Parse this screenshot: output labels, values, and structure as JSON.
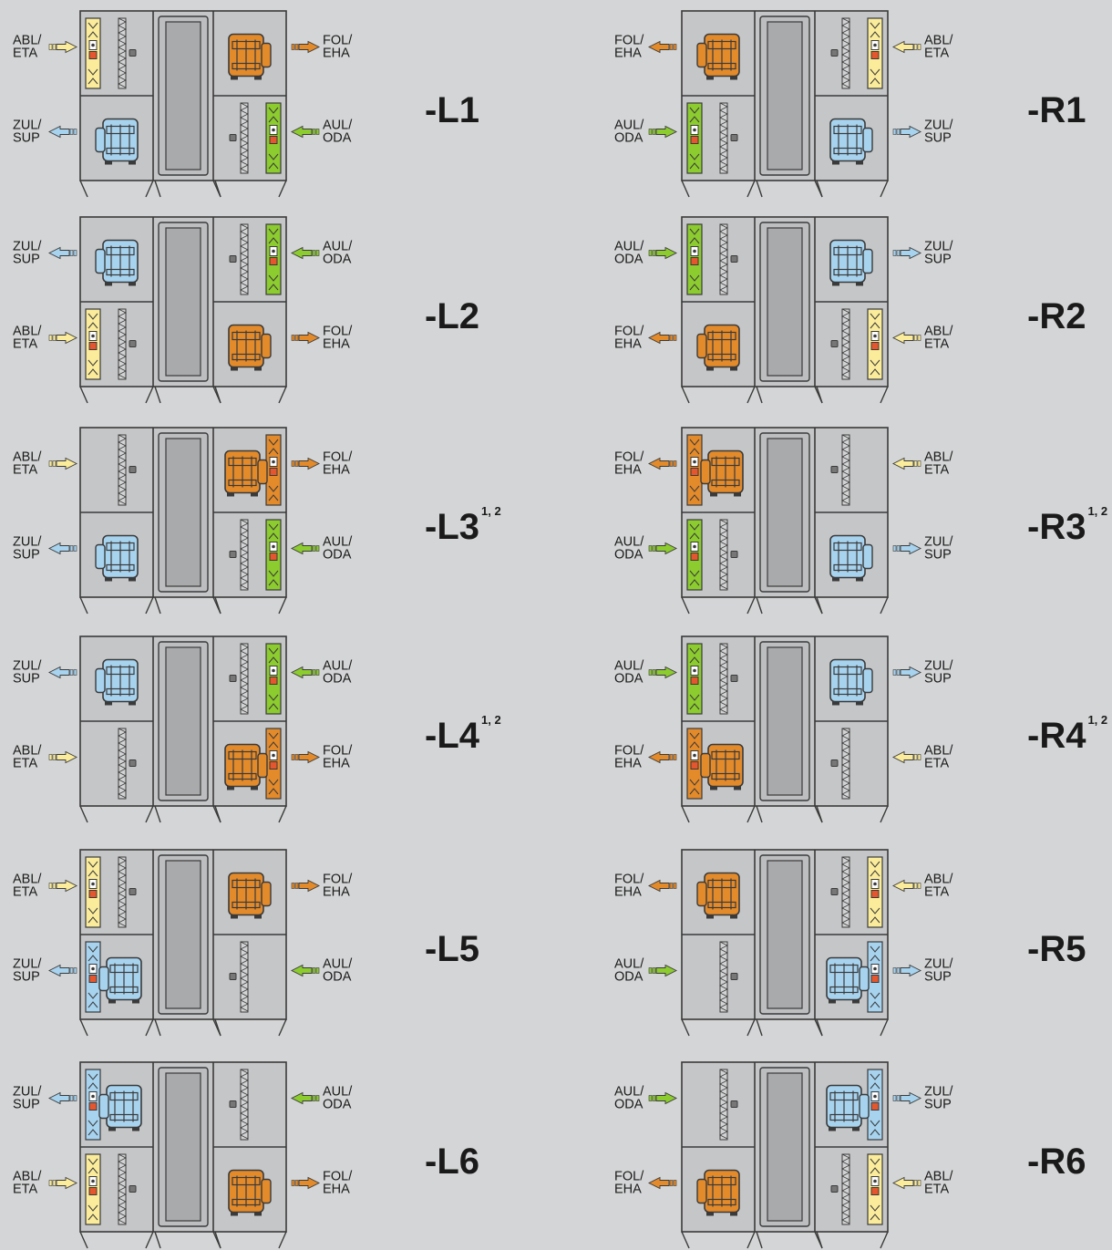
{
  "colors": {
    "background": "#d4d5d6",
    "casing": "#c5c6c8",
    "outline": "#3a3a3a",
    "extract_ETA": "#fbec9b",
    "supply_SUP": "#a7d3ef",
    "outdoor_ODA": "#8ccc2f",
    "exhaust_EHA": "#e38a2b"
  },
  "airflows": {
    "ETA": {
      "top": "ABL/",
      "bottom": "ETA",
      "color": "#fbec9b"
    },
    "SUP": {
      "top": "ZUL/",
      "bottom": "SUP",
      "color": "#a7d3ef"
    },
    "ODA": {
      "top": "AUL/",
      "bottom": "ODA",
      "color": "#8ccc2f"
    },
    "EHA": {
      "top": "FOL/",
      "bottom": "EHA",
      "color": "#e38a2b"
    }
  },
  "variants": [
    {
      "code": "-L1",
      "superscript": "",
      "side": "left",
      "outer_top": {
        "flow": "ETA",
        "kind": "filter",
        "dir": "in"
      },
      "outer_bottom": {
        "flow": "SUP",
        "kind": "fan",
        "dir": "out"
      },
      "inner_top": {
        "flow": "EHA",
        "kind": "fan",
        "dir": "out"
      },
      "inner_bottom": {
        "flow": "ODA",
        "kind": "filter",
        "dir": "in"
      }
    },
    {
      "code": "-L2",
      "superscript": "",
      "side": "left",
      "outer_top": {
        "flow": "SUP",
        "kind": "fan",
        "dir": "out"
      },
      "outer_bottom": {
        "flow": "ETA",
        "kind": "filter",
        "dir": "in"
      },
      "inner_top": {
        "flow": "ODA",
        "kind": "filter",
        "dir": "in"
      },
      "inner_bottom": {
        "flow": "EHA",
        "kind": "fan",
        "dir": "out"
      }
    },
    {
      "code": "-L3",
      "superscript": "1, 2",
      "side": "left",
      "outer_top": {
        "flow": "ETA",
        "kind": "empty",
        "dir": "in"
      },
      "outer_bottom": {
        "flow": "SUP",
        "kind": "fan",
        "dir": "out"
      },
      "inner_top": {
        "flow": "EHA",
        "kind": "fanfilter",
        "dir": "out"
      },
      "inner_bottom": {
        "flow": "ODA",
        "kind": "filter",
        "dir": "in"
      }
    },
    {
      "code": "-L4",
      "superscript": "1, 2",
      "side": "left",
      "outer_top": {
        "flow": "SUP",
        "kind": "fan",
        "dir": "out"
      },
      "outer_bottom": {
        "flow": "ETA",
        "kind": "empty",
        "dir": "in"
      },
      "inner_top": {
        "flow": "ODA",
        "kind": "filter",
        "dir": "in"
      },
      "inner_bottom": {
        "flow": "EHA",
        "kind": "fanfilter",
        "dir": "out"
      }
    },
    {
      "code": "-L5",
      "superscript": "",
      "side": "left",
      "outer_top": {
        "flow": "ETA",
        "kind": "filter",
        "dir": "in"
      },
      "outer_bottom": {
        "flow": "SUP",
        "kind": "fanfilter",
        "dir": "out"
      },
      "inner_top": {
        "flow": "EHA",
        "kind": "fan",
        "dir": "out"
      },
      "inner_bottom": {
        "flow": "ODA",
        "kind": "empty",
        "dir": "in"
      }
    },
    {
      "code": "-L6",
      "superscript": "",
      "side": "left",
      "outer_top": {
        "flow": "SUP",
        "kind": "fanfilter",
        "dir": "out"
      },
      "outer_bottom": {
        "flow": "ETA",
        "kind": "filter",
        "dir": "in"
      },
      "inner_top": {
        "flow": "ODA",
        "kind": "empty",
        "dir": "in"
      },
      "inner_bottom": {
        "flow": "EHA",
        "kind": "fan",
        "dir": "out"
      }
    },
    {
      "code": "-R1",
      "superscript": "",
      "side": "right",
      "outer_top": {
        "flow": "ETA",
        "kind": "filter",
        "dir": "in"
      },
      "outer_bottom": {
        "flow": "SUP",
        "kind": "fan",
        "dir": "out"
      },
      "inner_top": {
        "flow": "EHA",
        "kind": "fan",
        "dir": "out"
      },
      "inner_bottom": {
        "flow": "ODA",
        "kind": "filter",
        "dir": "in"
      }
    },
    {
      "code": "-R2",
      "superscript": "",
      "side": "right",
      "outer_top": {
        "flow": "SUP",
        "kind": "fan",
        "dir": "out"
      },
      "outer_bottom": {
        "flow": "ETA",
        "kind": "filter",
        "dir": "in"
      },
      "inner_top": {
        "flow": "ODA",
        "kind": "filter",
        "dir": "in"
      },
      "inner_bottom": {
        "flow": "EHA",
        "kind": "fan",
        "dir": "out"
      }
    },
    {
      "code": "-R3",
      "superscript": "1, 2",
      "side": "right",
      "outer_top": {
        "flow": "ETA",
        "kind": "empty",
        "dir": "in"
      },
      "outer_bottom": {
        "flow": "SUP",
        "kind": "fan",
        "dir": "out"
      },
      "inner_top": {
        "flow": "EHA",
        "kind": "fanfilter",
        "dir": "out"
      },
      "inner_bottom": {
        "flow": "ODA",
        "kind": "filter",
        "dir": "in"
      }
    },
    {
      "code": "-R4",
      "superscript": "1, 2",
      "side": "right",
      "outer_top": {
        "flow": "SUP",
        "kind": "fan",
        "dir": "out"
      },
      "outer_bottom": {
        "flow": "ETA",
        "kind": "empty",
        "dir": "in"
      },
      "inner_top": {
        "flow": "ODA",
        "kind": "filter",
        "dir": "in"
      },
      "inner_bottom": {
        "flow": "EHA",
        "kind": "fanfilter",
        "dir": "out"
      }
    },
    {
      "code": "-R5",
      "superscript": "",
      "side": "right",
      "outer_top": {
        "flow": "ETA",
        "kind": "filter",
        "dir": "in"
      },
      "outer_bottom": {
        "flow": "SUP",
        "kind": "fanfilter",
        "dir": "out"
      },
      "inner_top": {
        "flow": "EHA",
        "kind": "fan",
        "dir": "out"
      },
      "inner_bottom": {
        "flow": "ODA",
        "kind": "empty",
        "dir": "in"
      }
    },
    {
      "code": "-R6",
      "superscript": "",
      "side": "right",
      "outer_top": {
        "flow": "SUP",
        "kind": "fanfilter",
        "dir": "out"
      },
      "outer_bottom": {
        "flow": "ETA",
        "kind": "filter",
        "dir": "in"
      },
      "inner_top": {
        "flow": "ODA",
        "kind": "empty",
        "dir": "in"
      },
      "inner_bottom": {
        "flow": "EHA",
        "kind": "fan",
        "dir": "out"
      }
    }
  ]
}
